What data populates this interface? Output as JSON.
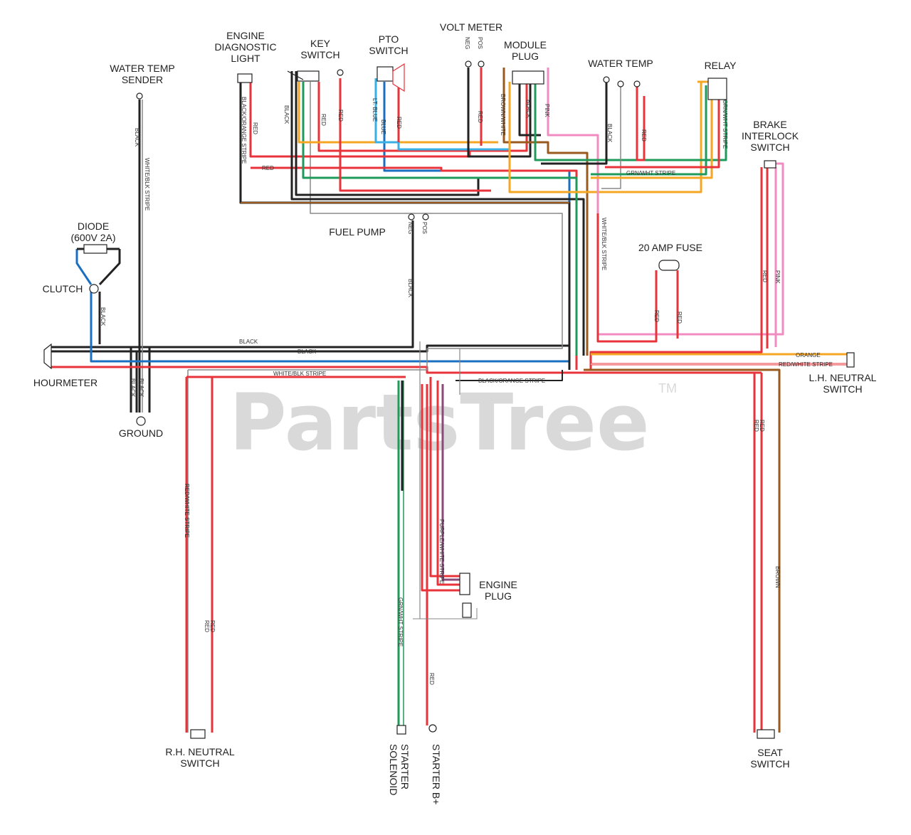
{
  "colors": {
    "red": "#e8333a",
    "black": "#222222",
    "blue": "#1a6fc0",
    "green": "#1e9a5a",
    "orange": "#f5a623",
    "brown": "#9a5a1e",
    "pink": "#f08cc0",
    "gray": "#888888",
    "watermark": "#d9d9d9"
  },
  "watermark": {
    "text": "PartsTree",
    "tm": "TM"
  },
  "components": {
    "engine_diag": "ENGINE\nDIAGNOSTIC\nLIGHT",
    "key_switch": "KEY\nSWITCH",
    "pto_switch": "PTO\nSWITCH",
    "volt_meter": "VOLT METER",
    "module_plug": "MODULE\nPLUG",
    "water_temp_top": "WATER TEMP",
    "relay": "RELAY",
    "water_temp_sender": "WATER TEMP\nSENDER",
    "brake_interlock": "BRAKE\nINTERLOCK\nSWITCH",
    "diode": "DIODE\n(600V 2A)",
    "clutch": "CLUTCH",
    "fuel_pump": "FUEL PUMP",
    "fuse": "20 AMP FUSE",
    "hourmeter": "HOURMETER",
    "ground": "GROUND",
    "lh_neutral": "L.H. NEUTRAL\nSWITCH",
    "engine_plug": "ENGINE\nPLUG",
    "rh_neutral": "R.H. NEUTRAL\nSWITCH",
    "starter_solenoid": "STARTER\nSOLENOID",
    "starter_b": "STARTER B+",
    "seat_switch": "SEAT\nSWITCH"
  },
  "wire_labels": {
    "black": "BLACK",
    "red": "RED",
    "pink": "PINK",
    "brown": "BROWN",
    "orange": "ORANGE",
    "lt_blue": "LT. BLUE",
    "blue": "BLUE",
    "neg": "NEG",
    "pos": "POS",
    "brown_white": "BROWN/WHITE",
    "white_blk": "WHITE/BLK STRIPE",
    "black_orange": "BLACK/ORANGE STRIPE",
    "grn_wht": "GRN/WHT STRIPE",
    "red_white": "RED/WHITE STRIPE",
    "purple_white": "PURPLE/WHITE STRIPE"
  }
}
